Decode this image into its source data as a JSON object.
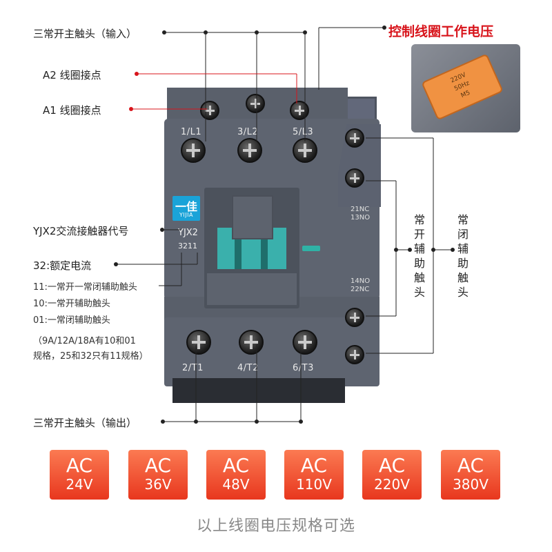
{
  "callouts": {
    "main_input": "三常开主触头（输入）",
    "a2": "A2 线圈接点",
    "a1": "A1 线圈接点",
    "model_code": "YJX2交流接触器代号",
    "rated_current": "32:额定电流",
    "aux_11": "11:一常开一常闭辅助触头",
    "aux_10": "10:一常开辅助触头",
    "aux_01": "01:一常闭辅助触头",
    "spec_note_1": "（9A/12A/18A有10和01",
    "spec_note_2": "规格，25和32只有11规格）",
    "main_output": "三常开主触头（输出）",
    "coil_voltage": "控制线圈工作电压",
    "no_aux": "常开辅助触头",
    "nc_aux": "常闭辅助触头"
  },
  "device": {
    "terminals_top": [
      "1/L1",
      "3/L2",
      "5/L3"
    ],
    "terminals_bottom": [
      "2/T1",
      "4/T2",
      "6/T3"
    ],
    "aux_top_code_1": "21NC",
    "aux_top_code_2": "13NO",
    "aux_bottom_code_1": "14NO",
    "aux_bottom_code_2": "22NC",
    "logo_main": "一佳",
    "logo_sub": "YIJIA",
    "model": "YJX2",
    "model_number": "3211"
  },
  "coil_tag": {
    "line1": "220V",
    "line2": "50Hz",
    "line3": "M5"
  },
  "voltage_options": [
    {
      "ac": "AC",
      "voltage": "24V"
    },
    {
      "ac": "AC",
      "voltage": "36V"
    },
    {
      "ac": "AC",
      "voltage": "48V"
    },
    {
      "ac": "AC",
      "voltage": "110V"
    },
    {
      "ac": "AC",
      "voltage": "220V"
    },
    {
      "ac": "AC",
      "voltage": "380V"
    }
  ],
  "footer": "以上线圈电压规格可选",
  "colors": {
    "accent_red": "#d8141b",
    "button_orange": "#f1552f",
    "body_gray": "#5e6470",
    "slider_teal": "#3ab0ac"
  }
}
